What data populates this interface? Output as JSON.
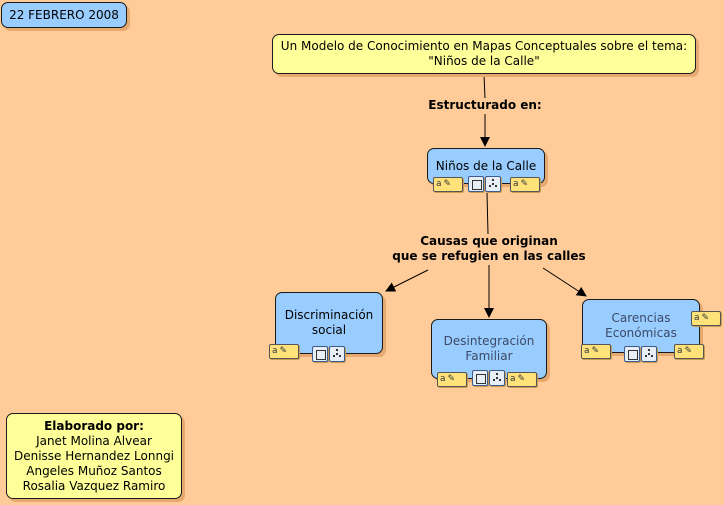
{
  "date": "22 FEBRERO 2008",
  "title": {
    "line1": "Un Modelo de Conocimiento en Mapas Conceptuales sobre el tema:",
    "line2": "\"Niños de la Calle\""
  },
  "link_structured": "Estructurado en:",
  "central": "Niños de la Calle",
  "link_causes": {
    "line1": "Causas que originan",
    "line2": "que se refugien en las calles"
  },
  "causes": [
    {
      "line1": "Discriminación",
      "line2": "social"
    },
    {
      "line1": "Desintegración",
      "line2": "Familiar"
    },
    {
      "line1": "Carencias",
      "line2": "Económicas"
    }
  ],
  "credits": {
    "heading": "Elaborado por:",
    "authors": [
      "Janet Molina Alvear",
      "Denisse Hernandez Lonngi",
      "Angeles Muñoz Santos",
      "Rosalia Vazquez Ramiro"
    ]
  },
  "colors": {
    "background": "#ffcc99",
    "concept_yellow": "#ffff99",
    "concept_blue": "#99ccff"
  },
  "icons": [
    "annotation-note-icon",
    "document-resource-icon",
    "concept-map-resource-icon"
  ]
}
